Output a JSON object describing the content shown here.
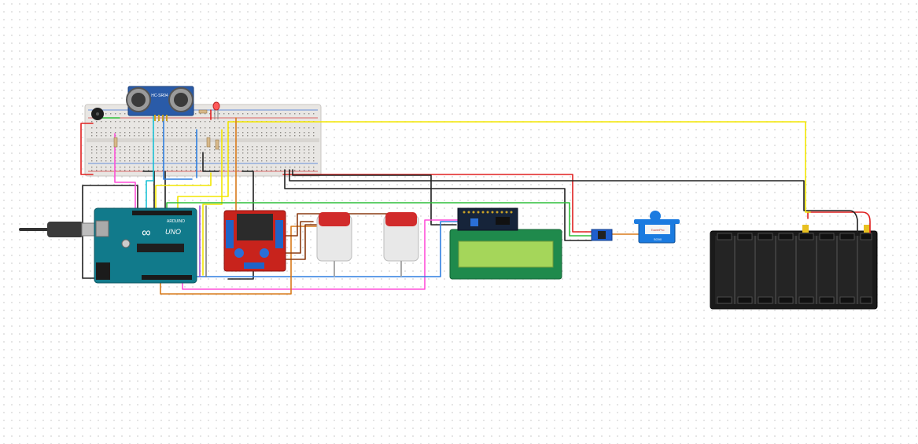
{
  "components": {
    "arduino": {
      "brand": "ARDUINO",
      "model": "UNO",
      "logo": "∞"
    },
    "ultrasonic": {
      "model": "HC-SR04"
    },
    "servo": {
      "brand": "TowerPro",
      "model": "SG90"
    }
  },
  "colors": {
    "red": "#e02020",
    "black": "#202020",
    "yellow": "#f2e600",
    "pink": "#ff4fd8",
    "green": "#2fbf3a",
    "orange": "#d97a1a",
    "blue": "#2f7fe0",
    "cyan": "#19c2d6",
    "brown": "#8a3b12",
    "breadboard": "#e8e6e3",
    "arduino_board": "#117a8b",
    "driver_board": "#c8231c",
    "lcd_screen": "#a5d65a",
    "lcd_frame": "#1f8a4c",
    "battery_case": "#1a1a1a"
  }
}
